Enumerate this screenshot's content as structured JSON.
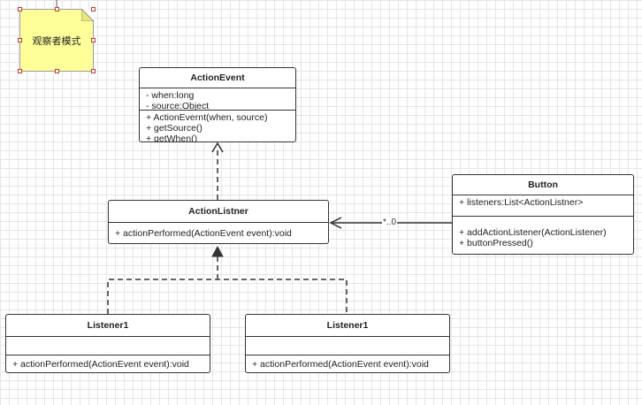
{
  "note": {
    "text": "观察者模式"
  },
  "classes": {
    "action_event": {
      "name": "ActionEvent",
      "attributes": [
        "- when:long",
        "- source:Object"
      ],
      "operations": [
        "+ ActionEvernt(when, source)",
        "+ getSource()",
        "+ getWhen()"
      ]
    },
    "action_listner": {
      "name": "ActionListner",
      "attributes": [],
      "operations": [
        "+ actionPerformed(ActionEvent event):void"
      ]
    },
    "button": {
      "name": "Button",
      "attributes": [
        "+ listeners:List<ActionListner>"
      ],
      "operations": [
        "+ addActionListener(ActionListener)",
        "+ buttonPressed()"
      ]
    },
    "listener1_left": {
      "name": "Listener1",
      "attributes": [],
      "operations": [
        "+ actionPerformed(ActionEvent event):void"
      ]
    },
    "listener1_right": {
      "name": "Listener1",
      "attributes": [],
      "operations": [
        "+ actionPerformed(ActionEvent event):void"
      ]
    }
  },
  "association": {
    "multiplicity": "*..0"
  }
}
